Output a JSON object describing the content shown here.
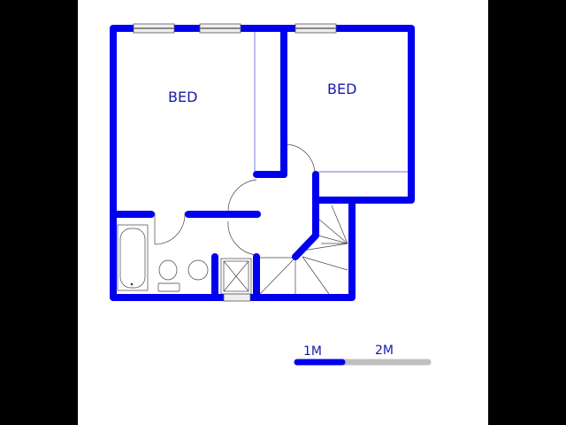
{
  "plan": {
    "rooms": [
      {
        "id": "bedroom-1",
        "label": "BED"
      },
      {
        "id": "bedroom-2",
        "label": "BED"
      }
    ],
    "fixtures": [
      "bathtub",
      "toilet",
      "basin",
      "shower",
      "staircase",
      "built-in-cupboard"
    ]
  },
  "scale": {
    "label_1": "1M",
    "label_2": "2M"
  },
  "colors": {
    "wall": "#0000ee",
    "text": "#1a1aa8",
    "scale_grey": "#c0c0c0",
    "background": "#ffffff"
  }
}
